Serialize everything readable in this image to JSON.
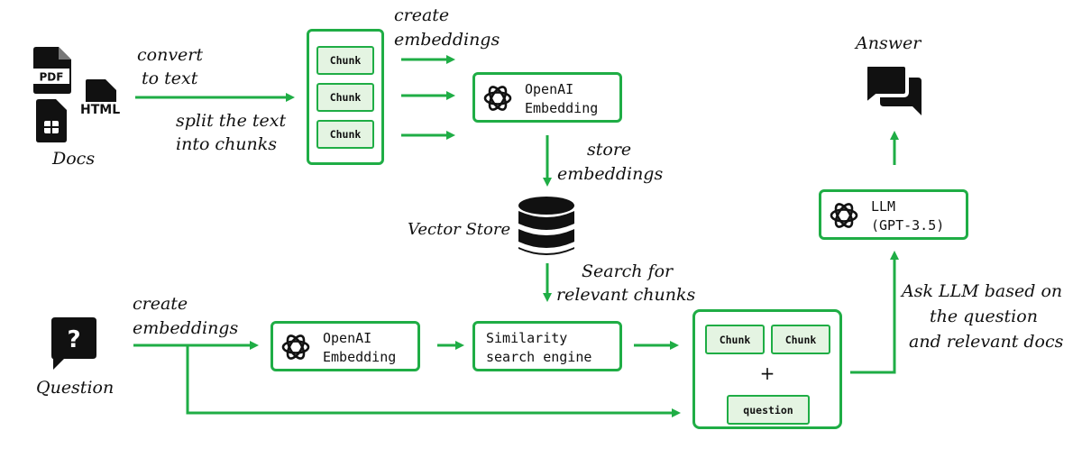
{
  "docs": {
    "label": "Docs",
    "pdf_label": "PDF",
    "html_label": "HTML"
  },
  "labels": {
    "convert_line1": "convert",
    "convert_line2": "to text",
    "split_line1": "split the text",
    "split_line2": "into chunks",
    "create_emb_top_line1": "create",
    "create_emb_top_line2": "embeddings",
    "store_line1": "store",
    "store_line2": "embeddings",
    "vector_store": "Vector Store",
    "search_line1": "Search for",
    "search_line2": "relevant chunks",
    "create_emb_bottom_line1": "create",
    "create_emb_bottom_line2": "embeddings",
    "question": "Question",
    "answer": "Answer",
    "ask_line1": "Ask LLM based on",
    "ask_line2": "the question",
    "ask_line3": "and relevant docs"
  },
  "chunks_top": [
    "Chunk",
    "Chunk",
    "Chunk"
  ],
  "openai_top": {
    "line1": "OpenAI",
    "line2": "Embedding"
  },
  "openai_bottom": {
    "line1": "OpenAI",
    "line2": "Embedding"
  },
  "similarity": {
    "line1": "Similarity",
    "line2": "search engine"
  },
  "llm": {
    "line1": "LLM",
    "line2": "(GPT-3.5)"
  },
  "context_box": {
    "chunk1": "Chunk",
    "chunk2": "Chunk",
    "plus": "+",
    "question": "question"
  },
  "question_icon_glyph": "?",
  "colors": {
    "accent": "#1fad45",
    "chunk_fill": "#e4f4e2",
    "icon": "#111111"
  },
  "icons": [
    "pdf-file-icon",
    "html-file-icon",
    "spreadsheet-file-icon",
    "openai-logo-icon",
    "database-icon",
    "question-bubble-icon",
    "answer-chat-icon",
    "arrow-icon"
  ]
}
